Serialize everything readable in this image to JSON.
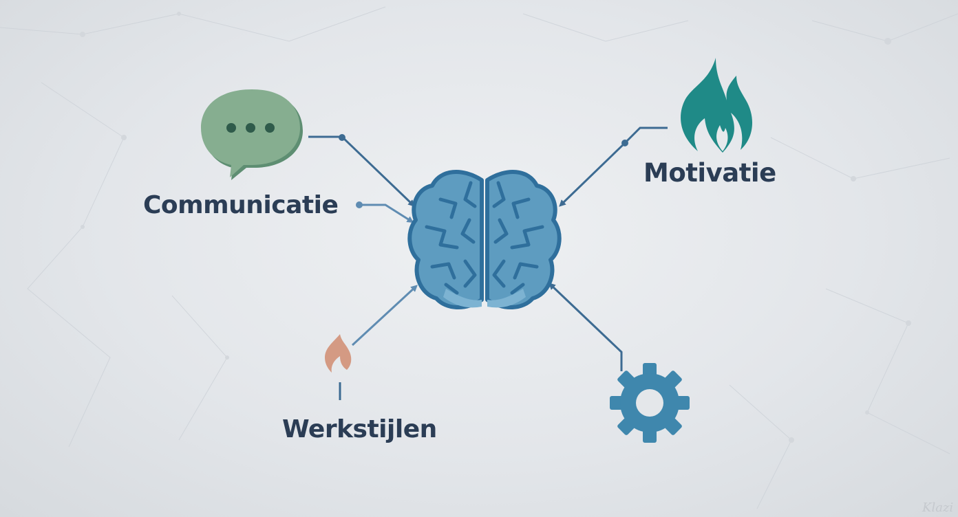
{
  "diagram": {
    "labels": {
      "communication": "Communicatie",
      "motivation": "Motivatie",
      "workstyles": "Werkstijlen"
    },
    "watermark": "Klazi",
    "icons": {
      "center": "brain-icon",
      "communication": "speech-bubble-icon",
      "motivation": "flame-icon",
      "workstyles": "small-flame-icon",
      "settings": "gear-icon"
    },
    "colors": {
      "brain": "#5e9cc0",
      "brain_outline": "#2f6f9c",
      "connector": "#3d6b92",
      "bubble": "#7fa88a",
      "flame": "#1f8a87",
      "small_flame": "#d49a83",
      "gear": "#3f87ad",
      "text": "#2b3d55"
    }
  }
}
